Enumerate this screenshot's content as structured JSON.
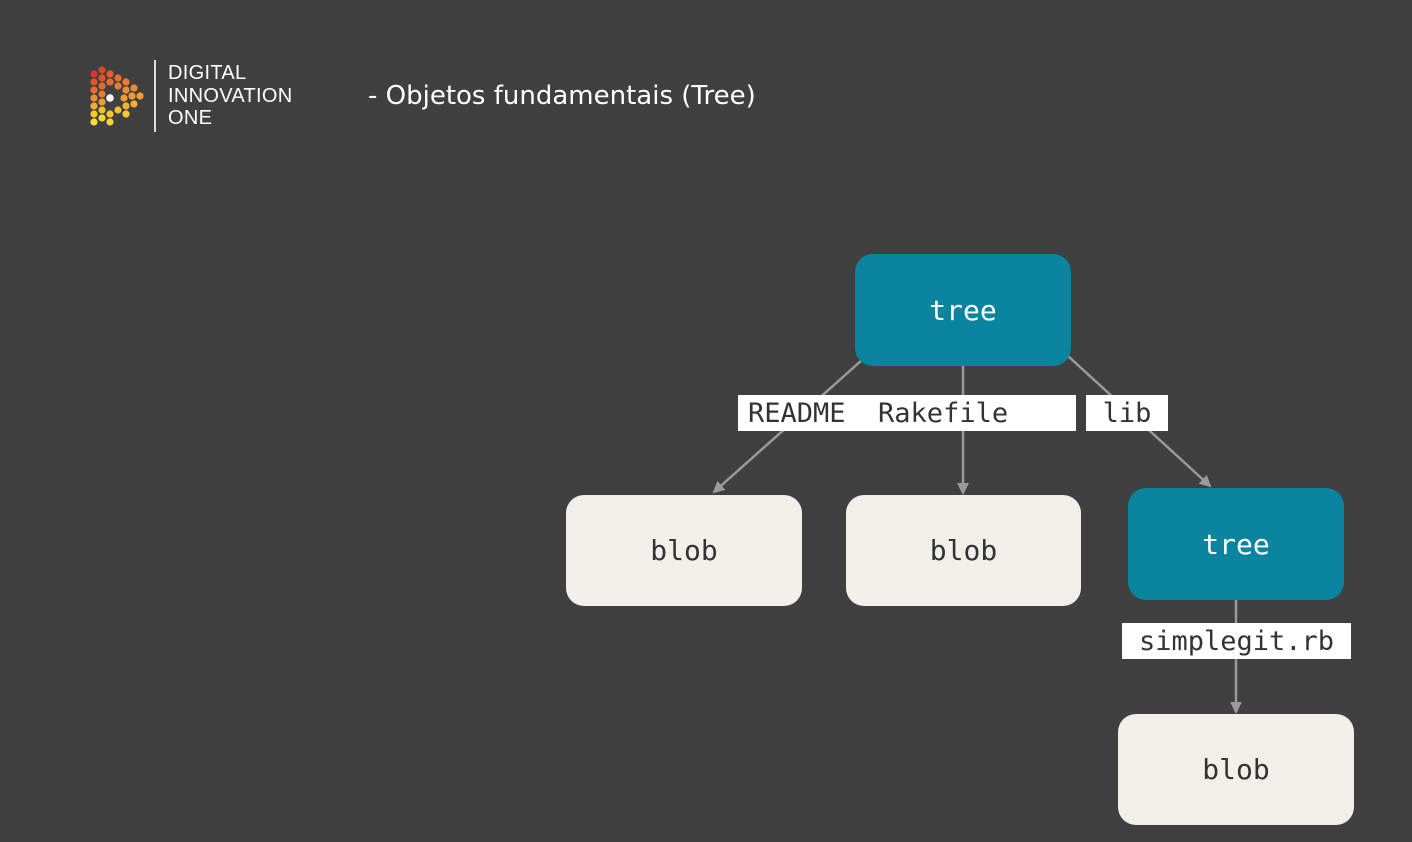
{
  "header": {
    "logo": {
      "line1": "DIGITAL",
      "line2": "INNOVATION",
      "line3": "ONE"
    },
    "title": "- Objetos fundamentais (Tree)"
  },
  "diagram": {
    "nodes": {
      "root_tree": "tree",
      "blob_readme": "blob",
      "blob_rakefile": "blob",
      "lib_tree": "tree",
      "blob_simplegit": "blob"
    },
    "edge_labels": {
      "readme_rakefile": "README  Rakefile",
      "lib": "lib",
      "simplegit": "simplegit.rb"
    }
  },
  "colors": {
    "background": "#404040",
    "tree_node": "#0b84a0",
    "blob_node": "#f0efea",
    "edge": "#9a9a9a"
  }
}
